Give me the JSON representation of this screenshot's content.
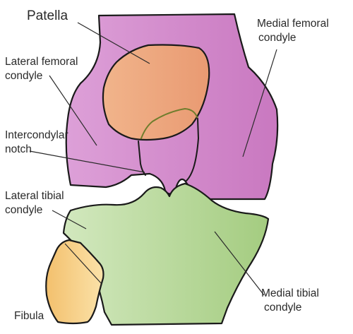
{
  "diagram": {
    "labels": {
      "patella": "Patella",
      "medial_femoral": [
        "Medial femoral",
        "condyle"
      ],
      "lateral_femoral": [
        "Lateral femoral",
        "condyle"
      ],
      "intercondylar": [
        "Intercondylar",
        "notch"
      ],
      "lateral_tibial": [
        "Lateral tibial",
        "condyle"
      ],
      "medial_tibial": [
        "Medial tibial",
        "condyle"
      ],
      "fibula": "Fibula"
    },
    "colors": {
      "femur": "#c978c0",
      "femur_light": "#dda0d8",
      "patella": "#e99a72",
      "patella_light": "#f1b48b",
      "tibia": "#a4cc80",
      "tibia_light": "#d2e8be",
      "fibula": "#f3c06d",
      "fibula_light": "#fbe2a9",
      "notch_line": "#6f7d2d",
      "outline": "#1a1a1a"
    }
  }
}
